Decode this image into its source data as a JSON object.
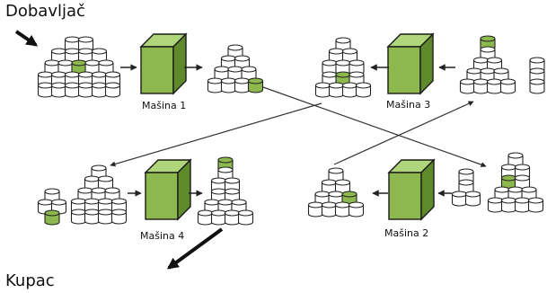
{
  "diagram": {
    "supplier_label": "Dobavljač",
    "customer_label": "Kupac",
    "machines": [
      {
        "label": "Mašina 1"
      },
      {
        "label": "Mašina 3"
      },
      {
        "label": "Mašina 4"
      },
      {
        "label": "Mašina 2"
      }
    ]
  },
  "colors": {
    "machine_front": "#8cb84e",
    "machine_side": "#5e8a2c",
    "machine_top": "#b0d67c",
    "machine_outline": "#1a1a1a",
    "part_green": "#8cb84e",
    "part_white": "#ffffff",
    "arrow": "#222222"
  },
  "icons": [
    "arrow-right-icon",
    "arrow-left-icon",
    "input-arrow-icon",
    "output-arrow-icon",
    "machine-box-icon",
    "part-cylinder-icon"
  ]
}
